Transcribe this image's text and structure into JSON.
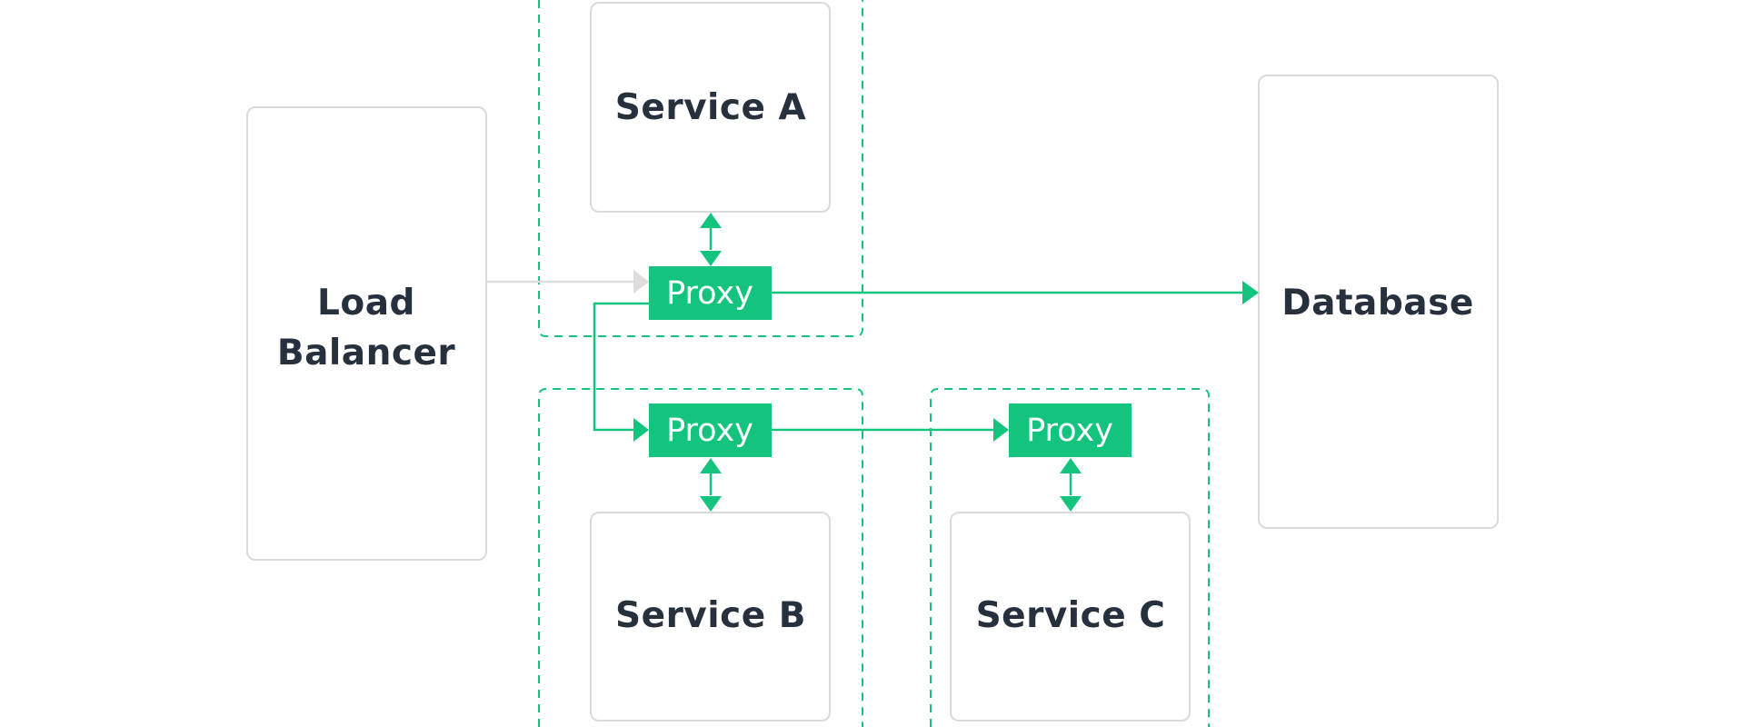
{
  "nodes": {
    "load_balancer": {
      "line1": "Load",
      "line2": "Balancer"
    },
    "service_a": "Service A",
    "service_b": "Service B",
    "service_c": "Service C",
    "database": "Database"
  },
  "proxies": {
    "proxy_a": "Proxy",
    "proxy_b": "Proxy",
    "proxy_c": "Proxy"
  },
  "colors": {
    "accent": "#14c47e",
    "box_border": "#d9dadc",
    "text": "#27303d",
    "inbound_line": "#dddddd"
  }
}
